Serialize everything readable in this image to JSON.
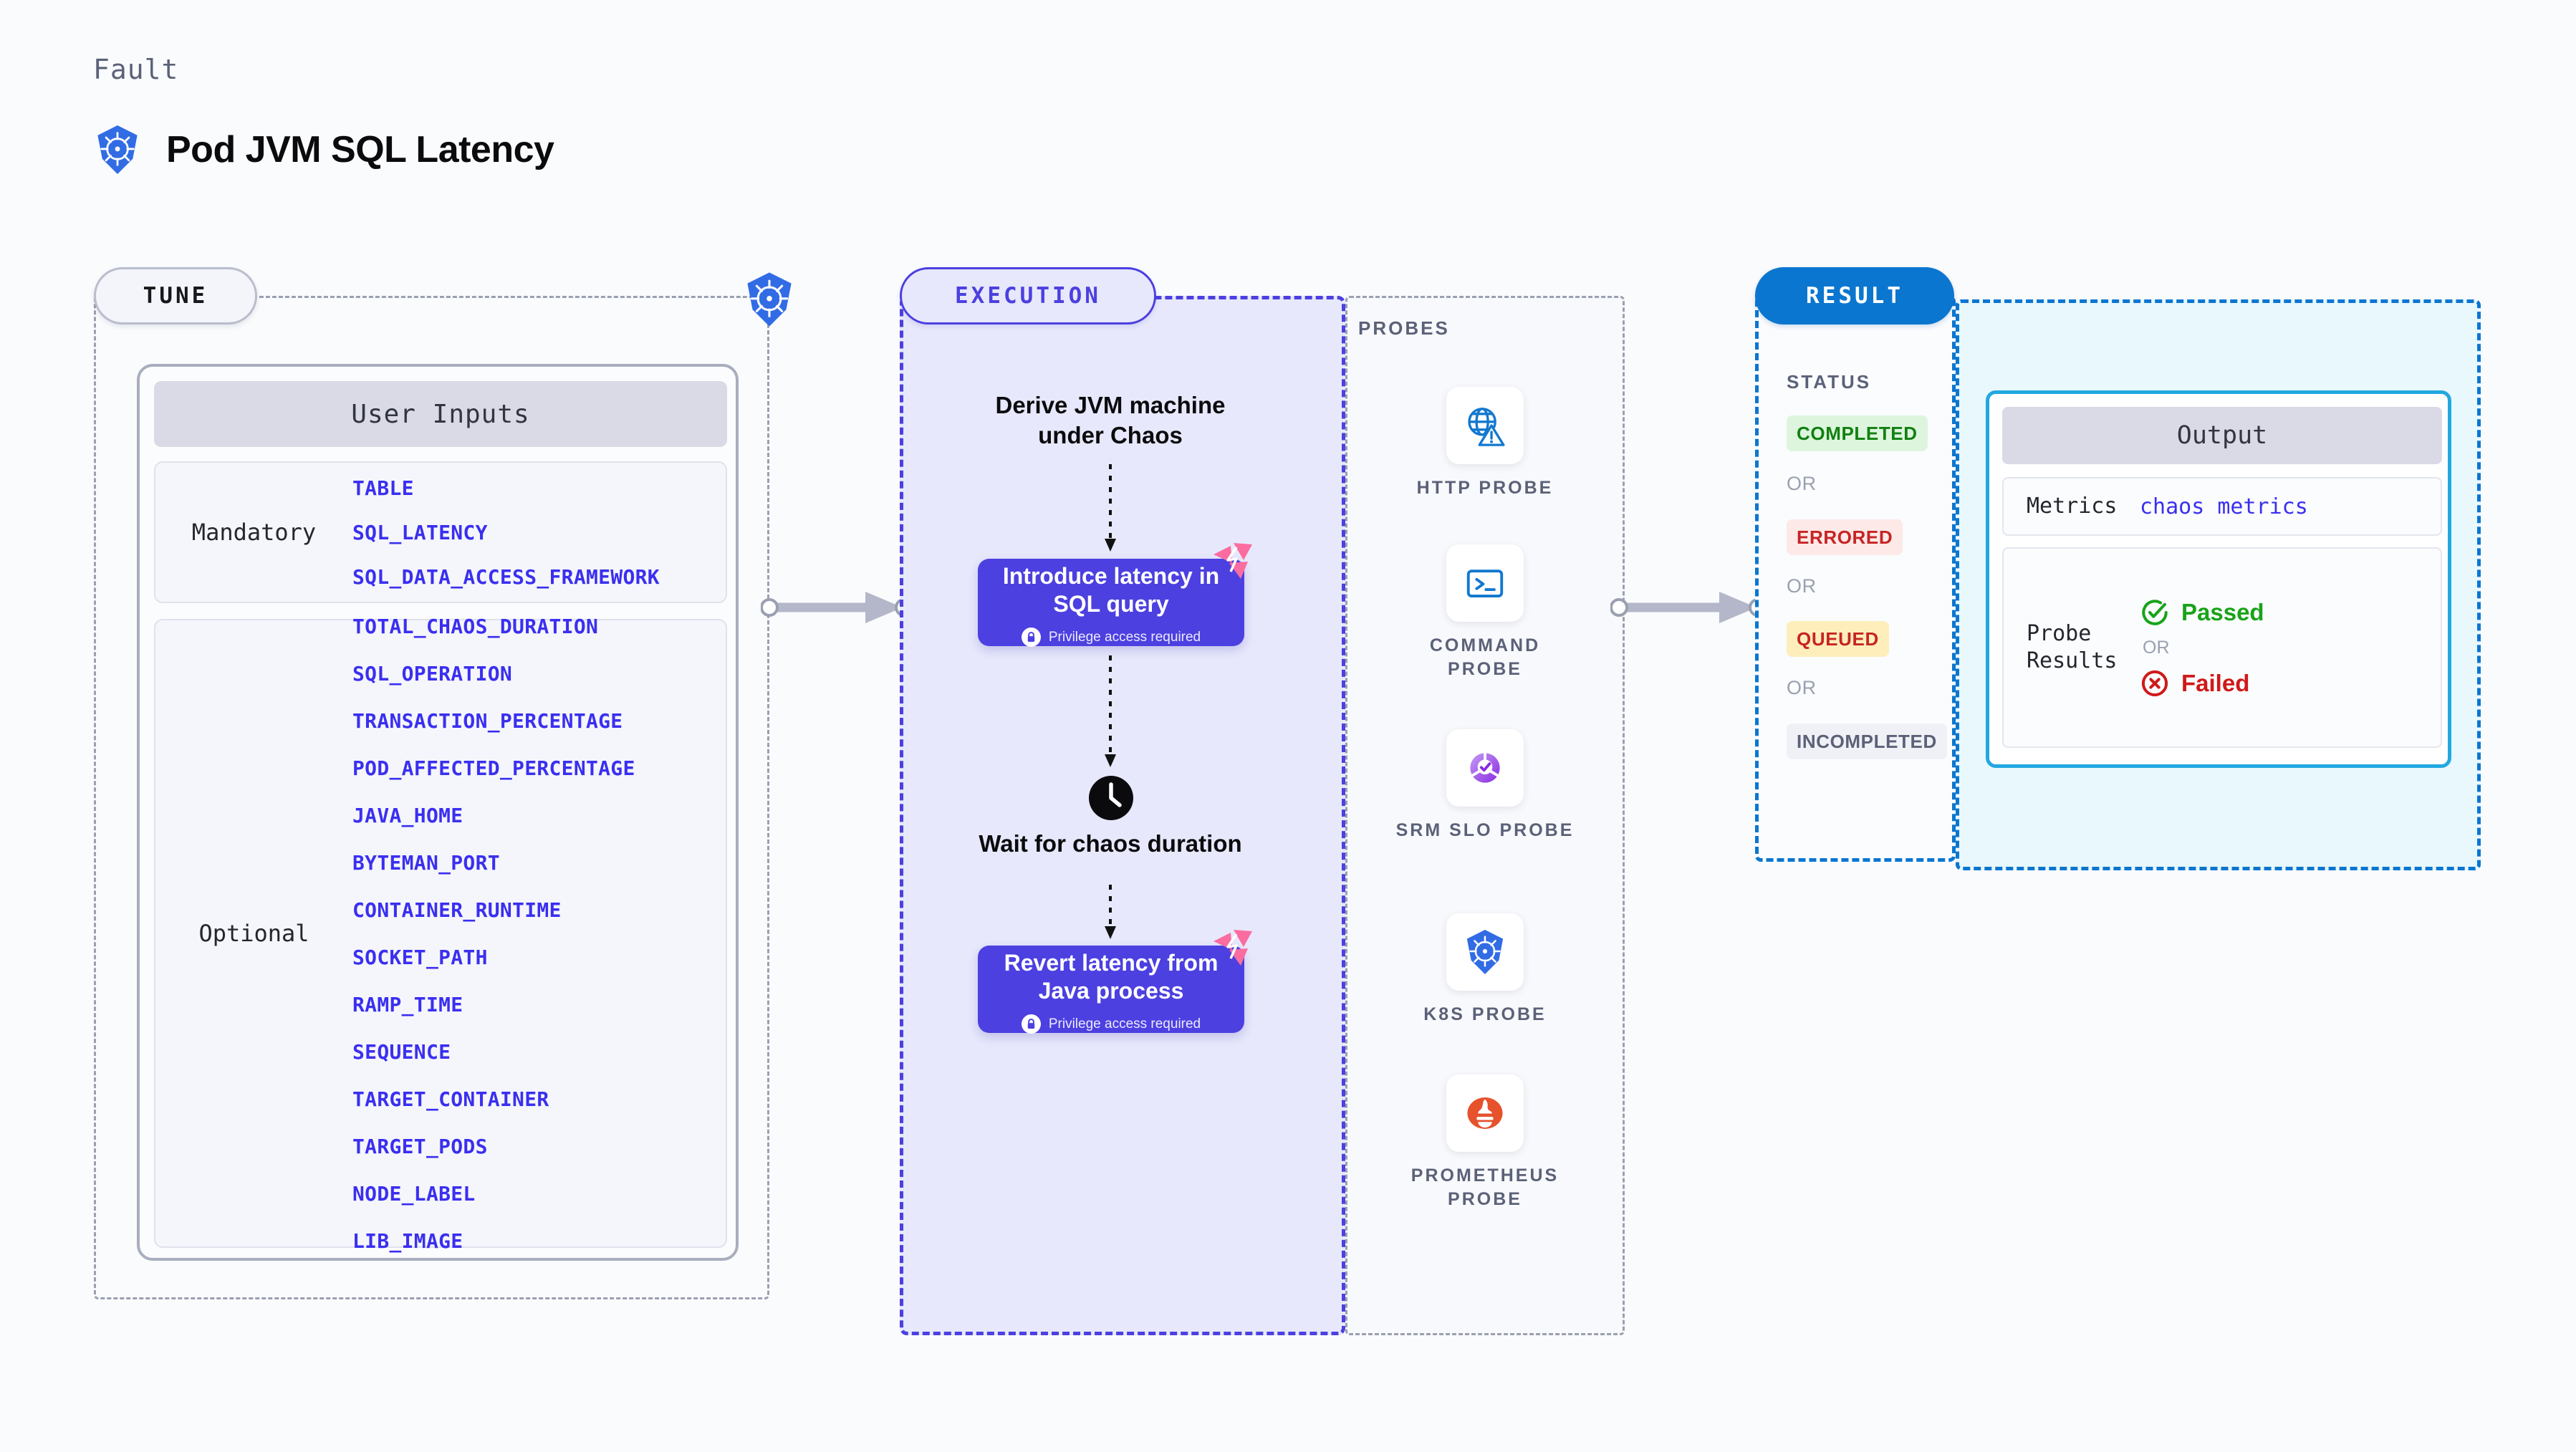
{
  "header": {
    "eyebrow": "Fault",
    "title": "Pod JVM SQL Latency",
    "logo_icon": "kubernetes-icon"
  },
  "tune": {
    "tab_label": "TUNE",
    "badge_icon": "kubernetes-icon",
    "card_title": "User Inputs",
    "groups": [
      {
        "label": "Mandatory",
        "params": [
          "TABLE",
          "SQL_LATENCY",
          "SQL_DATA_ACCESS_FRAMEWORK"
        ]
      },
      {
        "label": "Optional",
        "params": [
          "TOTAL_CHAOS_DURATION",
          "SQL_OPERATION",
          "TRANSACTION_PERCENTAGE",
          "POD_AFFECTED_PERCENTAGE",
          "JAVA_HOME",
          "BYTEMAN_PORT",
          "CONTAINER_RUNTIME",
          "SOCKET_PATH",
          "RAMP_TIME",
          "SEQUENCE",
          "TARGET_CONTAINER",
          "TARGET_PODS",
          "NODE_LABEL",
          "LIB_IMAGE"
        ]
      }
    ]
  },
  "execution": {
    "tab_label": "EXECUTION",
    "step_1_text": "Derive JVM machine under Chaos",
    "step_2_title": "Introduce latency in SQL query",
    "step_2_note": "Privilege access required",
    "step_3_text": "Wait for chaos duration",
    "step_4_title": "Revert latency from Java process",
    "step_4_note": "Privilege access required",
    "lock_icon": "lock-icon",
    "clock_icon": "clock-icon",
    "badge_icon": "harness-icon"
  },
  "probes": {
    "section_label": "PROBES",
    "items": [
      {
        "name": "HTTP PROBE",
        "icon": "globe-warning-icon"
      },
      {
        "name": "COMMAND PROBE",
        "icon": "terminal-icon"
      },
      {
        "name": "SRM SLO PROBE",
        "icon": "srm-slo-icon"
      },
      {
        "name": "K8S PROBE",
        "icon": "kubernetes-icon"
      },
      {
        "name": "PROMETHEUS PROBE",
        "icon": "prometheus-icon"
      }
    ]
  },
  "result": {
    "tab_label": "RESULT",
    "status_label": "STATUS",
    "or_label": "OR",
    "statuses": [
      {
        "label": "COMPLETED",
        "bg": "#ddf5dd",
        "fg": "#118011"
      },
      {
        "label": "ERRORED",
        "bg": "#fde9e7",
        "fg": "#c62424"
      },
      {
        "label": "QUEUED",
        "bg": "#fdeebb",
        "fg": "#c62424"
      },
      {
        "label": "INCOMPLETED",
        "bg": "#f0f1f6",
        "fg": "#5b6178"
      }
    ]
  },
  "output": {
    "card_title": "Output",
    "metrics_key": "Metrics",
    "metrics_value": "chaos metrics",
    "probe_results_key": "Probe Results",
    "passed_label": "Passed",
    "failed_label": "Failed",
    "or_label": "OR",
    "passed_icon": "check-circle-icon",
    "failed_icon": "x-circle-icon"
  },
  "colors": {
    "accent_purple": "#4c40e0",
    "accent_blue": "#0b76d0",
    "param_blue": "#3a2ff0",
    "harness_pink": "#fb6ca0",
    "k8s_blue": "#326ce5"
  }
}
